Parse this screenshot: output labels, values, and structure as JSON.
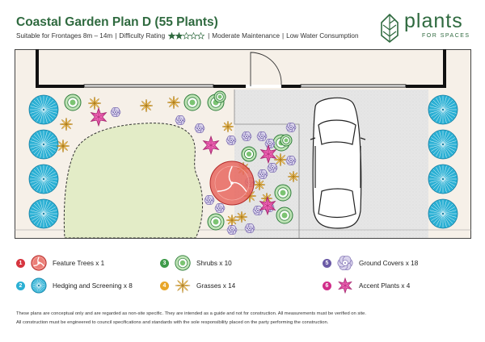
{
  "header": {
    "title": "Coastal Garden Plan D (55 Plants)",
    "suitable": "Suitable for Frontages 8m – 14m",
    "sep": "|",
    "difficulty_label": "Difficulty Rating",
    "difficulty_rating": 2,
    "difficulty_max": 5,
    "maintenance": "Moderate Maintenance",
    "water": "Low Water Consumption"
  },
  "logo": {
    "word": "plants",
    "sub": "FOR SPACES"
  },
  "legend": [
    {
      "num": "1",
      "label": "Feature Trees x 1",
      "color": "#d6353f",
      "icon": "feature-tree-icon"
    },
    {
      "num": "2",
      "label": "Hedging and Screening x 8",
      "color": "#2bb0d4",
      "icon": "hedging-icon"
    },
    {
      "num": "3",
      "label": "Shrubs x 10",
      "color": "#3f9b4a",
      "icon": "shrub-icon"
    },
    {
      "num": "4",
      "label": "Grasses x 14",
      "color": "#e8a629",
      "icon": "grass-icon"
    },
    {
      "num": "5",
      "label": "Ground Covers x 18",
      "color": "#6b5aa6",
      "icon": "ground-cover-icon"
    },
    {
      "num": "6",
      "label": "Accent Plants x 4",
      "color": "#d12d8a",
      "icon": "accent-plant-icon"
    }
  ],
  "disclaimer": [
    "These plans are conceptual only and are regarded as non-site specific. They are intended as a guide and not for construction. All measurements must be verified on site.",
    "All construction must be engineered to council specifications and standards with the sole responsibility placed on the party performing the construction."
  ],
  "colors": {
    "brand_green": "#2f6a3f",
    "lawn": "#e3ecc7",
    "bed": "#f6f0e8",
    "driveway": "#e4e4e4"
  }
}
